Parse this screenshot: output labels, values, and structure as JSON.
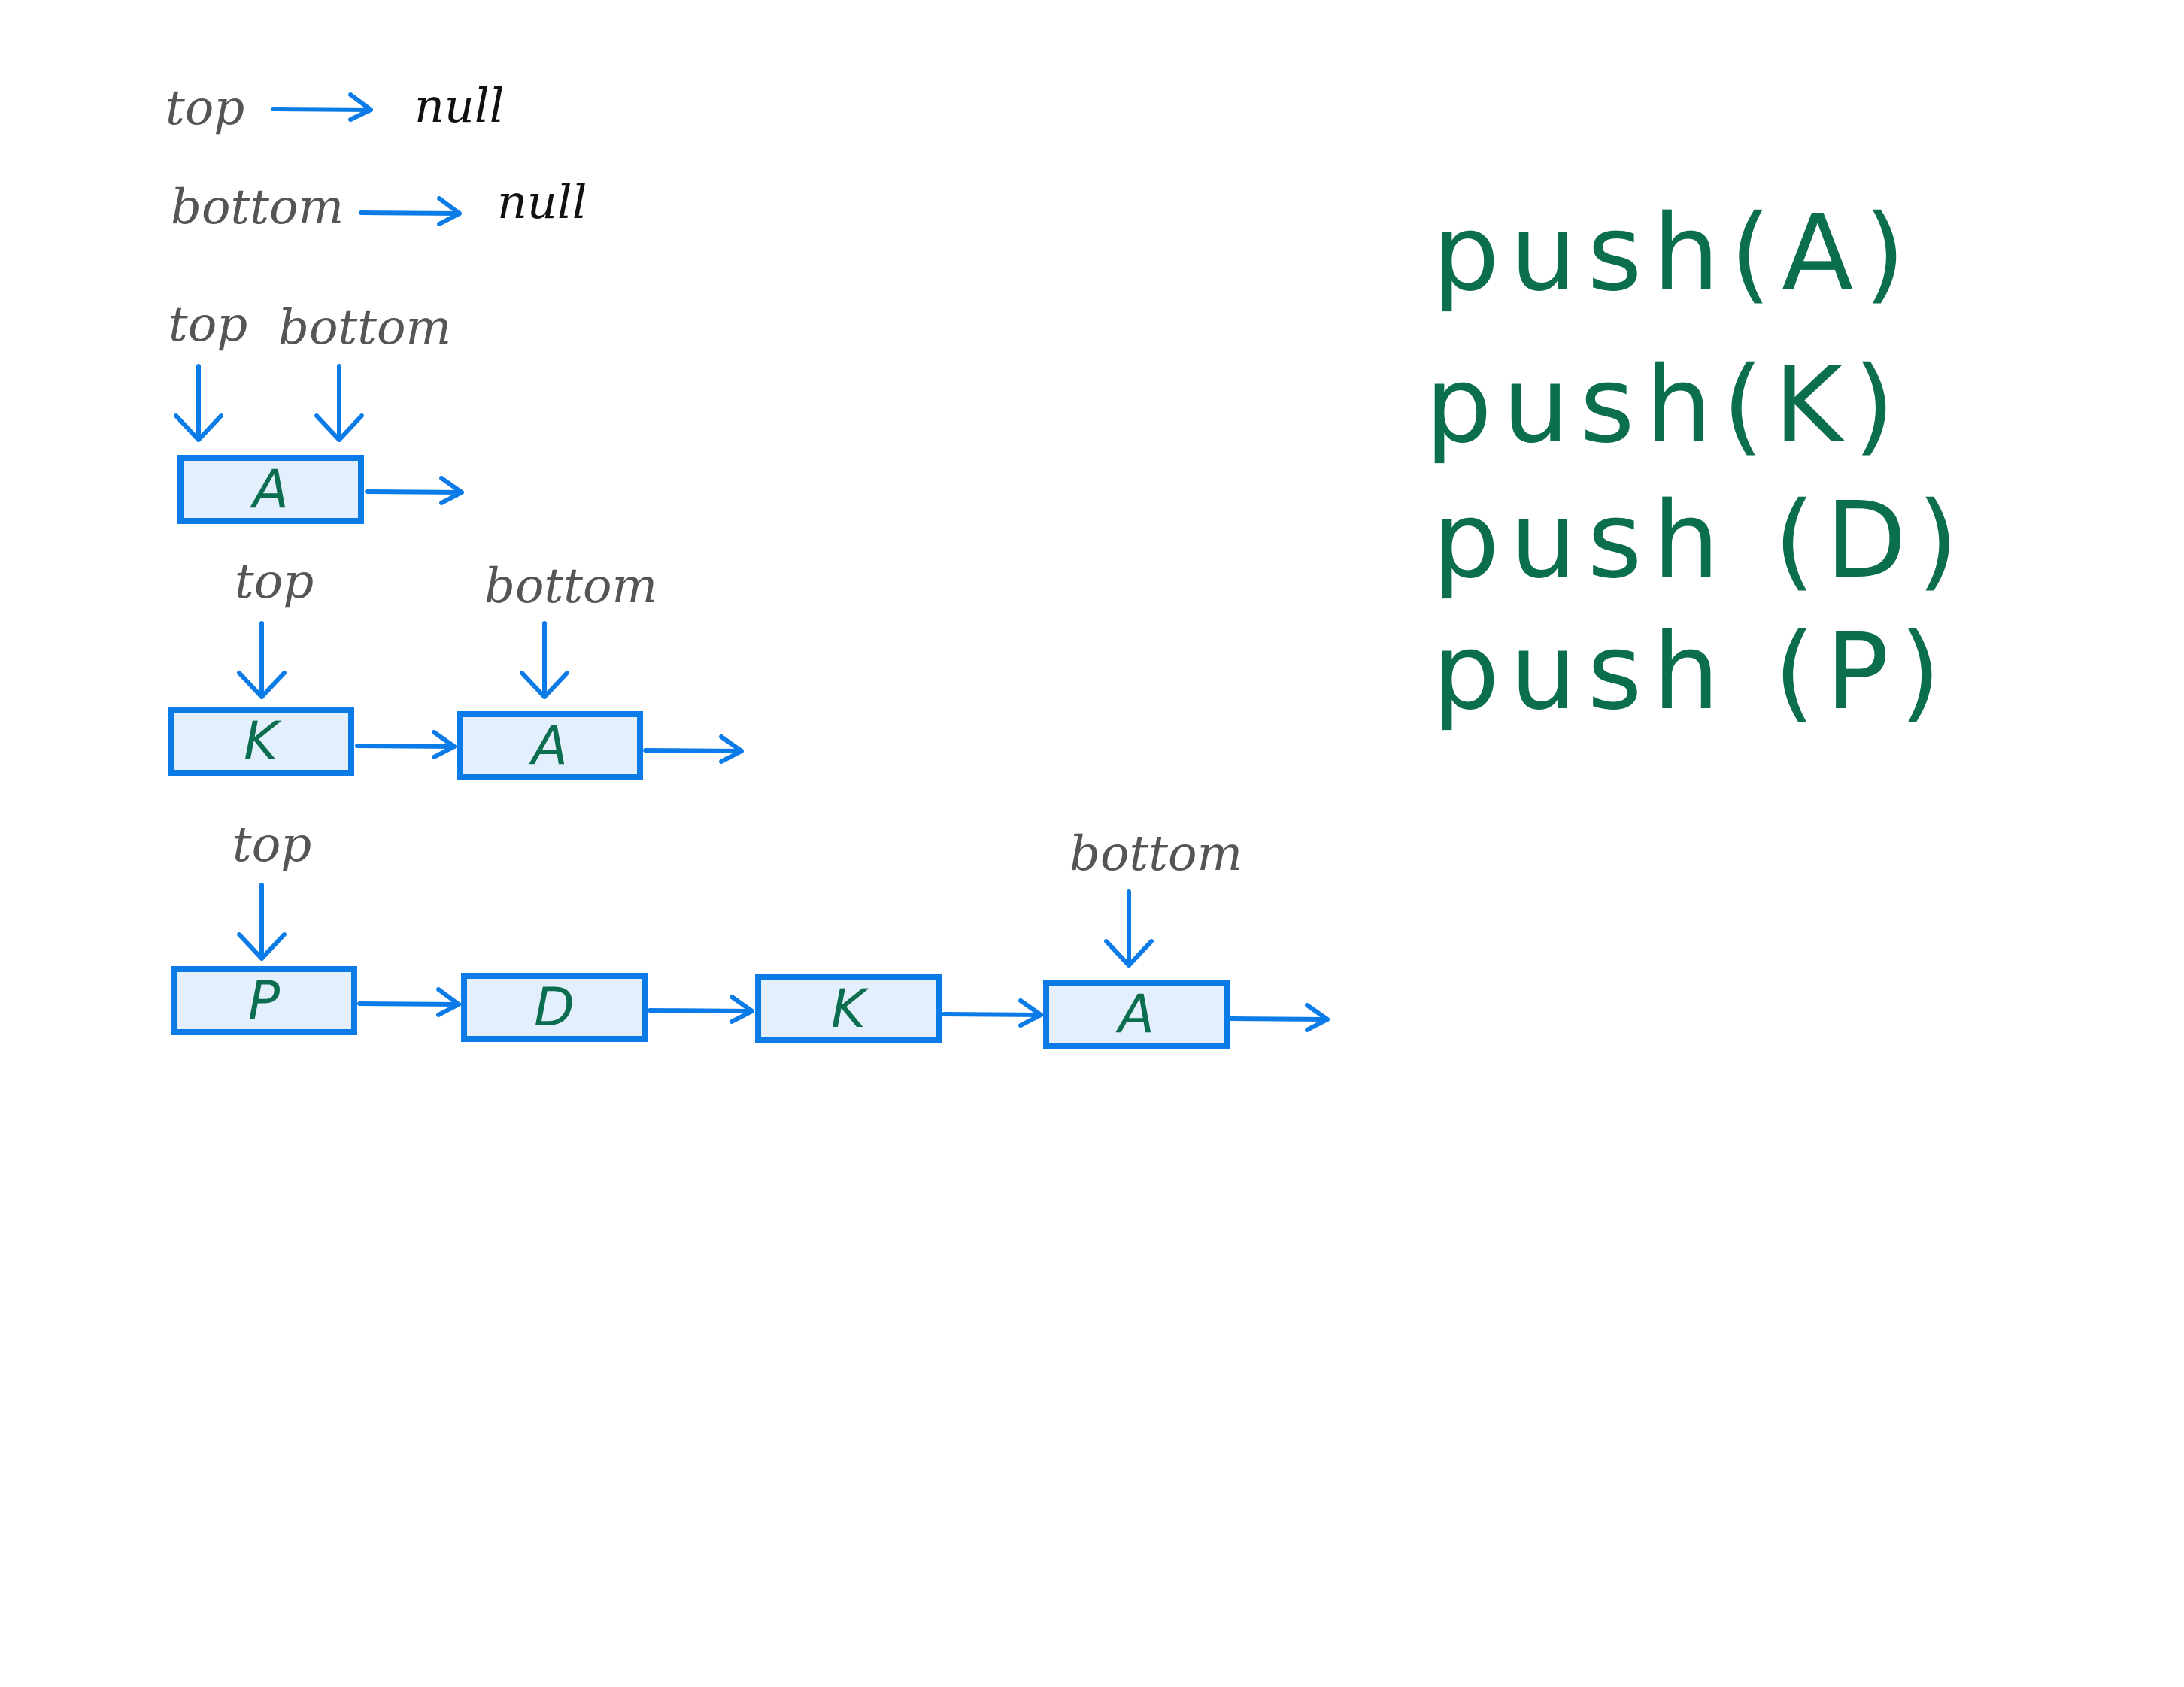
{
  "colors": {
    "pointer": "#0b7be8",
    "node_fill": "#e3effd",
    "node_text": "#0b6e4f",
    "label_text": "#555555",
    "null_text": "#111111",
    "operation_text": "#0b6e4f"
  },
  "initial_state": {
    "top_label": "top",
    "top_value": "null",
    "bottom_label": "bottom",
    "bottom_value": "null"
  },
  "states": [
    {
      "top_label": "top",
      "bottom_label": "bottom",
      "nodes": [
        "A"
      ]
    },
    {
      "top_label": "top",
      "bottom_label": "bottom",
      "nodes": [
        "K",
        "A"
      ]
    },
    {
      "top_label": "top",
      "bottom_label": "bottom",
      "nodes": [
        "P",
        "D",
        "K",
        "A"
      ]
    }
  ],
  "operations": [
    "push(A)",
    "push(K)",
    "push (D)",
    "push (P)"
  ]
}
